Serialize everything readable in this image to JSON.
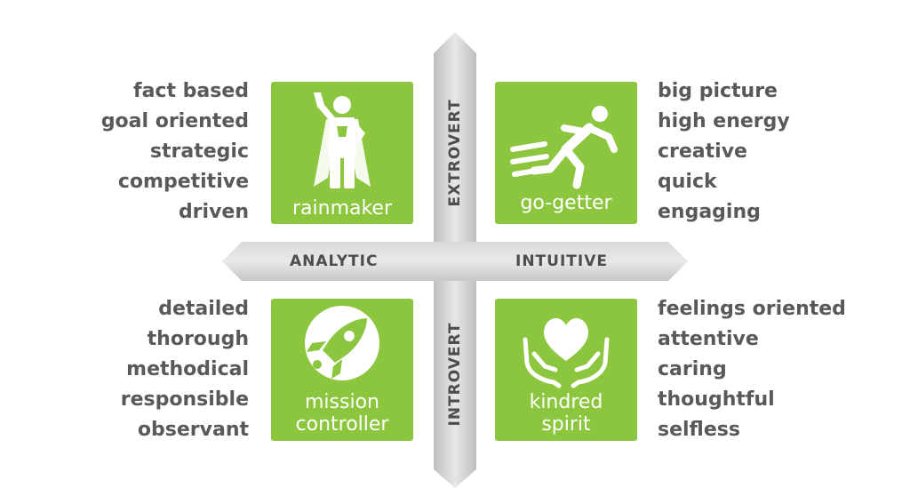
{
  "axes": {
    "horizontal_left": "ANALYTIC",
    "horizontal_right": "INTUITIVE",
    "vertical_top": "EXTROVERT",
    "vertical_bottom": "INTROVERT"
  },
  "colors": {
    "tile_green": "#8cc63f",
    "arrow_gray": "#d1d3d4",
    "text_gray": "#58595b"
  },
  "quadrants": {
    "top_left": {
      "label": "rainmaker",
      "icon": "superhero-icon",
      "traits": [
        "fact based",
        "goal oriented",
        "strategic",
        "competitive",
        "driven"
      ]
    },
    "top_right": {
      "label": "go-getter",
      "icon": "running-person-icon",
      "traits": [
        "big picture",
        "high energy",
        "creative",
        "quick",
        "engaging"
      ]
    },
    "bottom_left": {
      "label_line1": "mission",
      "label_line2": "controller",
      "icon": "rocket-icon",
      "traits": [
        "detailed",
        "thorough",
        "methodical",
        "responsible",
        "observant"
      ]
    },
    "bottom_right": {
      "label_line1": "kindred",
      "label_line2": "spirit",
      "icon": "heart-hands-icon",
      "traits": [
        "feelings oriented",
        "attentive",
        "caring",
        "thoughtful",
        "selfless"
      ]
    }
  }
}
